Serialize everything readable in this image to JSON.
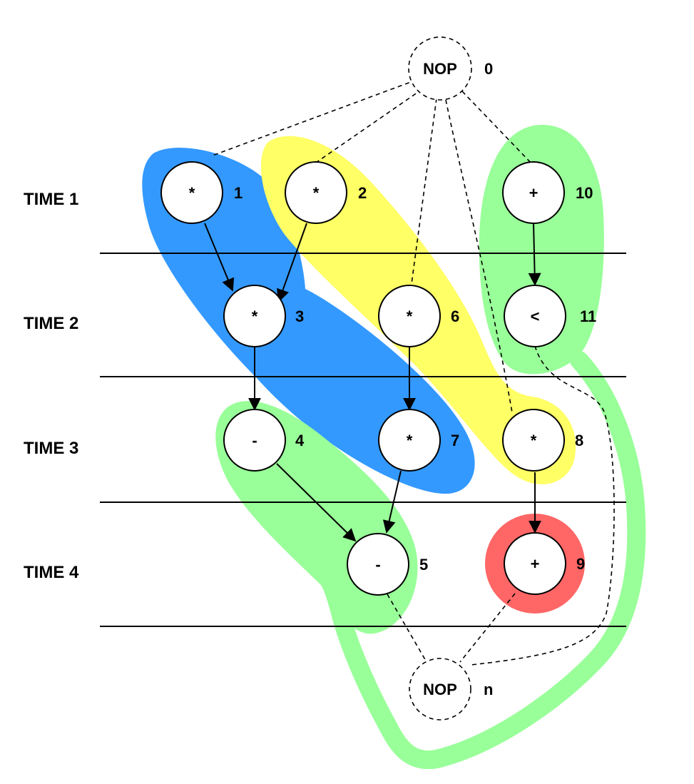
{
  "time_steps": [
    "TIME 1",
    "TIME 2",
    "TIME 3",
    "TIME 4"
  ],
  "nodes": [
    {
      "id": "0",
      "op": "NOP",
      "label": "0",
      "kind": "nop"
    },
    {
      "id": "1",
      "op": "*",
      "label": "1",
      "kind": "op"
    },
    {
      "id": "2",
      "op": "*",
      "label": "2",
      "kind": "op"
    },
    {
      "id": "10",
      "op": "+",
      "label": "10",
      "kind": "op"
    },
    {
      "id": "3",
      "op": "*",
      "label": "3",
      "kind": "op"
    },
    {
      "id": "6",
      "op": "*",
      "label": "6",
      "kind": "op"
    },
    {
      "id": "11",
      "op": "<",
      "label": "11",
      "kind": "op"
    },
    {
      "id": "4",
      "op": "-",
      "label": "4",
      "kind": "op"
    },
    {
      "id": "7",
      "op": "*",
      "label": "7",
      "kind": "op"
    },
    {
      "id": "8",
      "op": "*",
      "label": "8",
      "kind": "op"
    },
    {
      "id": "5",
      "op": "-",
      "label": "5",
      "kind": "op"
    },
    {
      "id": "9",
      "op": "+",
      "label": "9",
      "kind": "op"
    },
    {
      "id": "n",
      "op": "NOP",
      "label": "n",
      "kind": "nop"
    }
  ],
  "edges": [
    {
      "from": "1",
      "to": "3"
    },
    {
      "from": "2",
      "to": "3"
    },
    {
      "from": "10",
      "to": "11"
    },
    {
      "from": "3",
      "to": "4"
    },
    {
      "from": "6",
      "to": "7"
    },
    {
      "from": "4",
      "to": "5"
    },
    {
      "from": "7",
      "to": "5"
    },
    {
      "from": "8",
      "to": "9"
    }
  ],
  "dashed_edges": [
    {
      "from": "0",
      "to": "1"
    },
    {
      "from": "0",
      "to": "2"
    },
    {
      "from": "0",
      "to": "6"
    },
    {
      "from": "0",
      "to": "8"
    },
    {
      "from": "0",
      "to": "10"
    },
    {
      "from": "5",
      "to": "n"
    },
    {
      "from": "9",
      "to": "n"
    },
    {
      "from": "11",
      "to": "n"
    }
  ],
  "groups": [
    {
      "name": "blue",
      "color": "#3399ff",
      "members": [
        "1",
        "3",
        "7"
      ]
    },
    {
      "name": "yellow",
      "color": "#ffff66",
      "members": [
        "2",
        "6",
        "8"
      ]
    },
    {
      "name": "green-top",
      "color": "#99ff99",
      "members": [
        "10",
        "11"
      ]
    },
    {
      "name": "green-bottom",
      "color": "#99ff99",
      "members": [
        "4",
        "5"
      ]
    },
    {
      "name": "red",
      "color": "#ff6666",
      "members": [
        "9"
      ]
    }
  ]
}
